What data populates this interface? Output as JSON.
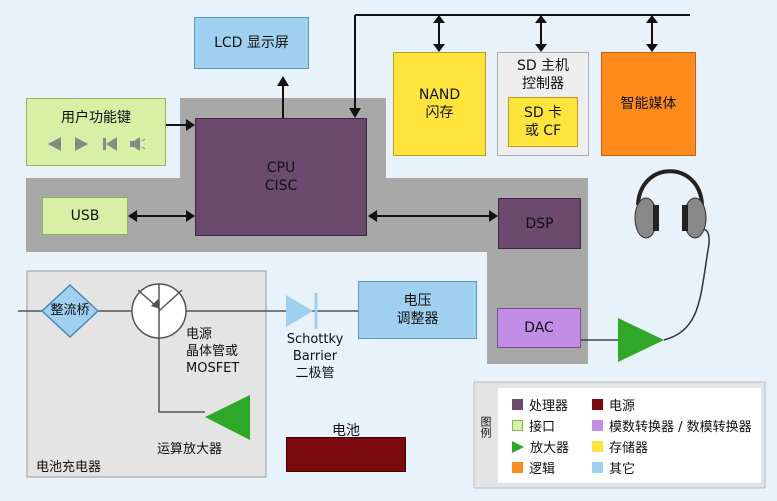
{
  "blocks": {
    "lcd": "LCD 显示屏",
    "user_keys": "用户功能键",
    "cpu_line1": "CPU",
    "cpu_line2": "CISC",
    "usb": "USB",
    "nand_line1": "NAND",
    "nand_line2": "闪存",
    "sd_host_line1": "SD 主机",
    "sd_host_line2": "控制器",
    "sd_card_line1": "SD 卡",
    "sd_card_line2": "或 CF",
    "smart_media": "智能媒体",
    "dsp": "DSP",
    "dac": "DAC",
    "rectifier": "整流桥",
    "power_transistor_line1": "电源",
    "power_transistor_line2": "晶体管或",
    "power_transistor_line3": "MOSFET",
    "schottky_line1": "Schottky",
    "schottky_line2": "Barrier",
    "schottky_line3": "二极管",
    "voltage_reg_line1": "电压",
    "voltage_reg_line2": "调整器",
    "op_amp": "运算放大器",
    "battery": "电池",
    "battery_charger": "电池充电器"
  },
  "legend": {
    "title": "图例",
    "items": [
      {
        "label": "处理器",
        "color": "#6b4a6e",
        "shape": "square"
      },
      {
        "label": "电源",
        "color": "#7a0a0e",
        "shape": "square"
      },
      {
        "label": "接口",
        "color": "#d8f0a6",
        "shape": "square"
      },
      {
        "label": "模数转换器 / 数模转换器",
        "color": "#c28de6",
        "shape": "square"
      },
      {
        "label": "放大器",
        "color": "#2fa828",
        "shape": "triangle"
      },
      {
        "label": "存储器",
        "color": "#ffe53b",
        "shape": "square"
      },
      {
        "label": "逻辑",
        "color": "#ff8c1a",
        "shape": "square"
      },
      {
        "label": "其它",
        "color": "#9fd0f0",
        "shape": "square"
      }
    ]
  },
  "colors": {
    "background": "#e7f2fa",
    "bus_gray": "#a6a6a6",
    "charger_gray": "#e4e4e4",
    "amplifier_green": "#2fa828",
    "diode_blue": "#9fd0f0"
  }
}
